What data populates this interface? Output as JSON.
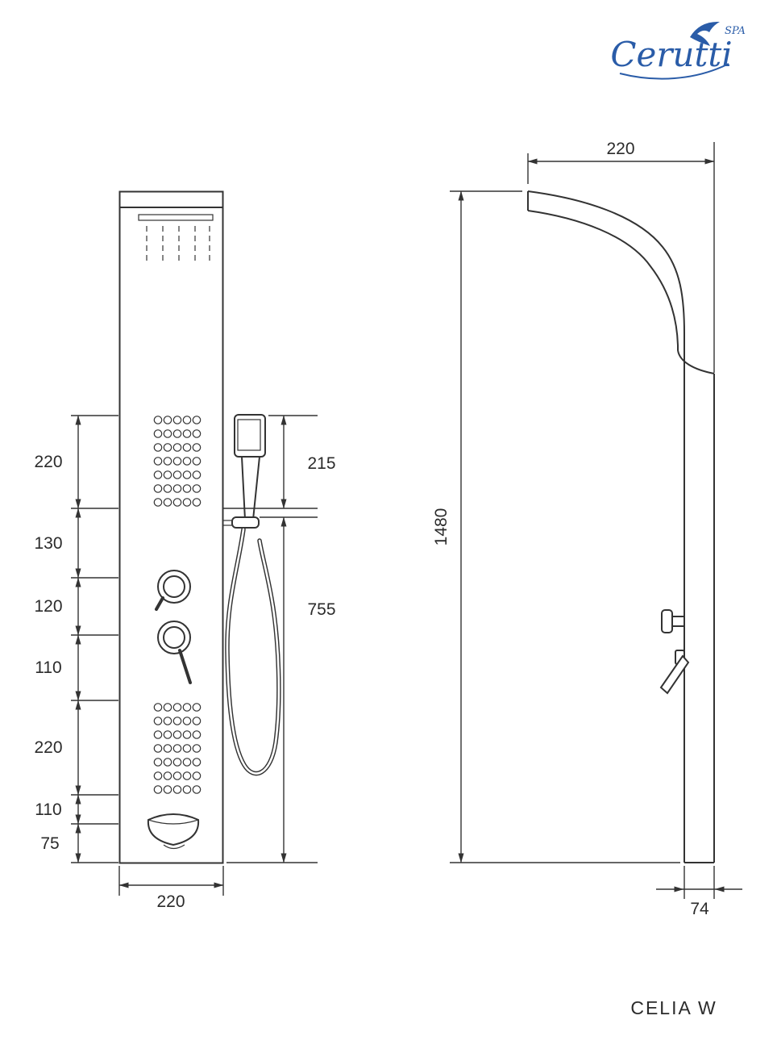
{
  "brand": {
    "name": "Cerutti",
    "tagline": "SPA",
    "logo_color": "#2a5ca8"
  },
  "model_label": "CELIA W",
  "line_color": "#333333",
  "front_view": {
    "left_dims": [
      "220",
      "130",
      "120",
      "110",
      "220",
      "110",
      "75"
    ],
    "hand_shower_dim": "215",
    "hose_dim": "755",
    "width_dim": "220"
  },
  "side_view": {
    "width_dim": "220",
    "height_dim": "1480",
    "depth_dim": "74"
  }
}
